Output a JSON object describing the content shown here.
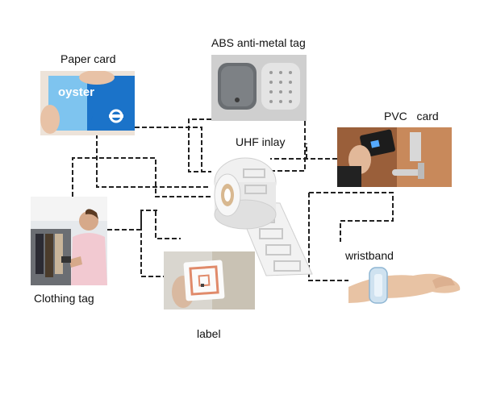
{
  "labels": {
    "paper_card": "Paper card",
    "abs_tag": "ABS anti-metal tag",
    "uhf_inlay": "UHF inlay",
    "pvc_card": "PVC   card",
    "clothing_tag": "Clothing tag",
    "label": "label",
    "wristband": "wristband"
  },
  "card_text": {
    "oyster": "oyster"
  },
  "colors": {
    "connector": "#222222",
    "oyster_blue": "#1b73c9",
    "oyster_light": "#7ec4ef"
  }
}
